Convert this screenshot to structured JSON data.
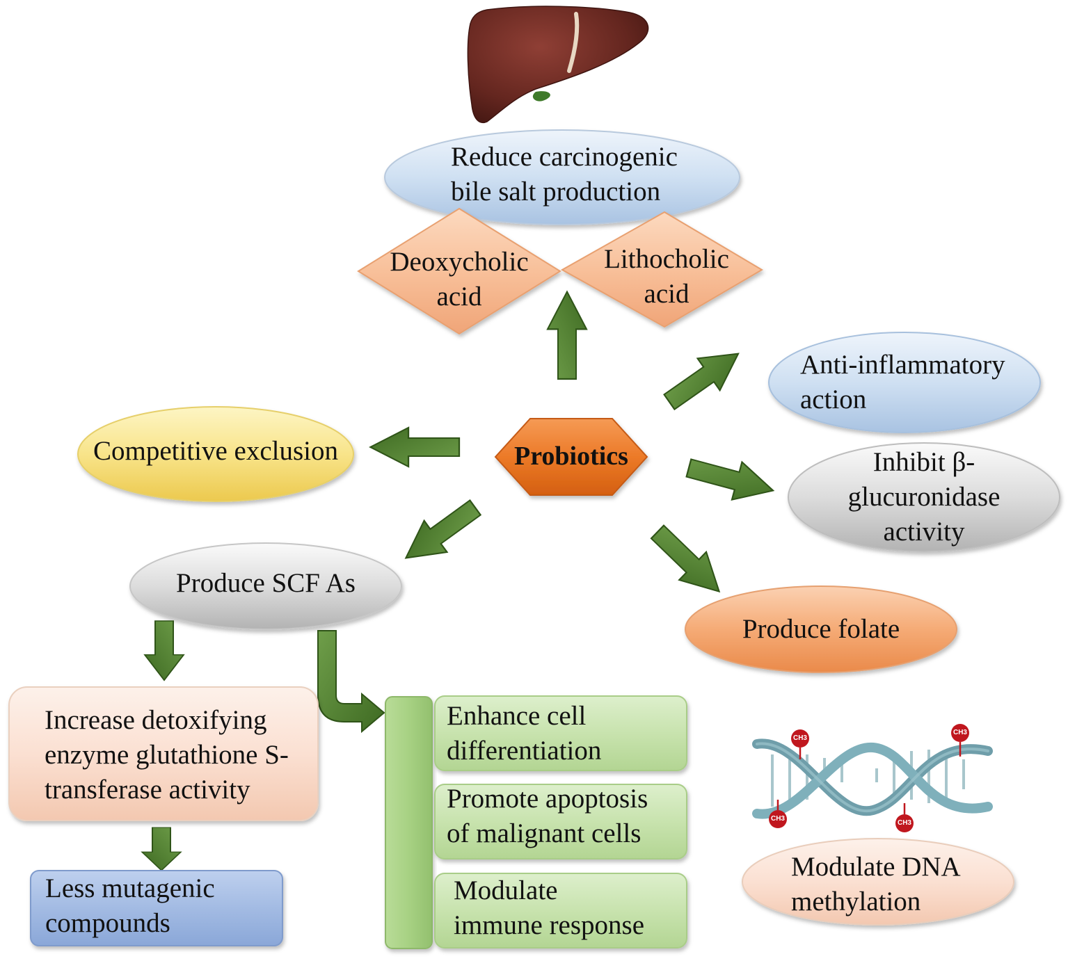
{
  "nodes": {
    "center": "Probiotics",
    "bile": [
      "Reduce carcinogenic",
      "bile salt production"
    ],
    "deoxycholic": [
      "Deoxycholic",
      "acid"
    ],
    "lithocholic": [
      "Lithocholic",
      "acid"
    ],
    "anti_inflammatory": [
      "Anti-inflammatory",
      "action"
    ],
    "competitive": "Competitive exclusion",
    "glucuronidase": [
      "Inhibit β-",
      "glucuronidase",
      "activity"
    ],
    "scfa": "Produce SCF As",
    "folate": "Produce folate",
    "detox": [
      "Increase detoxifying",
      "enzyme glutathione S-",
      "transferase activity"
    ],
    "mutagenic": [
      "Less mutagenic",
      "compounds"
    ],
    "differentiation": [
      "Enhance cell",
      "differentiation"
    ],
    "apoptosis": [
      "Promote apoptosis",
      "of malignant cells"
    ],
    "immune": [
      "Modulate",
      "immune response"
    ],
    "dna": [
      "Modulate DNA",
      "methylation"
    ]
  },
  "dna_tags": [
    "CH3",
    "CH3",
    "CH3",
    "CH3"
  ],
  "colors": {
    "arrow": "#4a7a2c",
    "center": "#e8731f",
    "diamond": "#f8c09a",
    "blue_ellipse": "#bcd4ee",
    "yellow_ellipse": "#f7e27a",
    "grey_ellipse": "#cfcfcf",
    "orange_ellipse": "#f6b07e",
    "peach_box": "#fbe0d0",
    "blue_box": "#9fb8e0",
    "green_box": "#c4e0a8",
    "liver": "#6a2a24",
    "dna": "#6f9eaa",
    "ch3": "#c0171e"
  }
}
